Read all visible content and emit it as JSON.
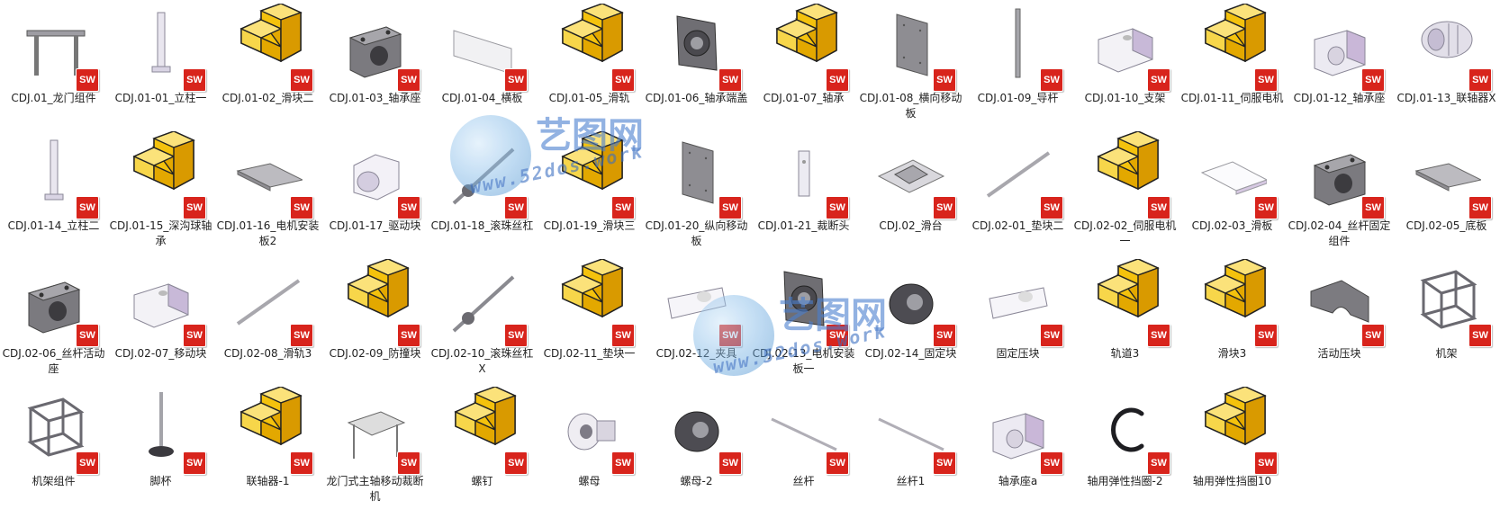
{
  "sw_badge": "SW",
  "files": [
    {
      "name": "CDJ.01_龙门组件",
      "icon": "gantry-assembly"
    },
    {
      "name": "CDJ.01-01_立柱一",
      "icon": "column-part"
    },
    {
      "name": "CDJ.01-02_滑块二",
      "icon": "generic-part"
    },
    {
      "name": "CDJ.01-03_轴承座",
      "icon": "bearing-block"
    },
    {
      "name": "CDJ.01-04_横板",
      "icon": "plate-part"
    },
    {
      "name": "CDJ.01-05_滑轨",
      "icon": "generic-part"
    },
    {
      "name": "CDJ.01-06_轴承端盖",
      "icon": "flange-cap"
    },
    {
      "name": "CDJ.01-07_轴承",
      "icon": "generic-part"
    },
    {
      "name": "CDJ.01-08_横向移动板",
      "icon": "grey-plate"
    },
    {
      "name": "CDJ.01-09_导杆",
      "icon": "rod-vertical"
    },
    {
      "name": "CDJ.01-10_支架",
      "icon": "bracket-part"
    },
    {
      "name": "CDJ.01-11_伺服电机",
      "icon": "generic-part"
    },
    {
      "name": "CDJ.01-12_轴承座",
      "icon": "bearing-block-light"
    },
    {
      "name": "CDJ.01-13_联轴器X",
      "icon": "coupling"
    },
    {
      "name": "CDJ.01-14_立柱二",
      "icon": "column-part"
    },
    {
      "name": "CDJ.01-15_深沟球轴承",
      "icon": "generic-part"
    },
    {
      "name": "CDJ.01-16_电机安装板2",
      "icon": "flat-plate"
    },
    {
      "name": "CDJ.01-17_驱动块",
      "icon": "hex-block"
    },
    {
      "name": "CDJ.01-18_滚珠丝杠",
      "icon": "ball-screw"
    },
    {
      "name": "CDJ.01-19_滑块三",
      "icon": "generic-part"
    },
    {
      "name": "CDJ.01-20_纵向移动板",
      "icon": "grey-plate"
    },
    {
      "name": "CDJ.01-21_裁断头",
      "icon": "column-short"
    },
    {
      "name": "CDJ.02_滑台",
      "icon": "slide-table"
    },
    {
      "name": "CDJ.02-01_垫块二",
      "icon": "long-bar"
    },
    {
      "name": "CDJ.02-02_伺服电机一",
      "icon": "generic-part"
    },
    {
      "name": "CDJ.02-03_滑板",
      "icon": "flat-plate-white"
    },
    {
      "name": "CDJ.02-04_丝杆固定组件",
      "icon": "bearing-block"
    },
    {
      "name": "CDJ.02-05_底板",
      "icon": "flat-plate"
    },
    {
      "name": "CDJ.02-06_丝杆活动座",
      "icon": "bearing-block"
    },
    {
      "name": "CDJ.02-07_移动块",
      "icon": "bracket-part"
    },
    {
      "name": "CDJ.02-08_滑轨3",
      "icon": "long-bar"
    },
    {
      "name": "CDJ.02-09_防撞块",
      "icon": "generic-part"
    },
    {
      "name": "CDJ.02-10_滚珠丝杠X",
      "icon": "ball-screw"
    },
    {
      "name": "CDJ.02-11_垫块一",
      "icon": "generic-part"
    },
    {
      "name": "CDJ.02-12_夹具",
      "icon": "clamp-part"
    },
    {
      "name": "CDJ.02-13_电机安装板一",
      "icon": "flange-cap"
    },
    {
      "name": "CDJ.02-14_固定块",
      "icon": "nut-part"
    },
    {
      "name": "固定压块",
      "icon": "clamp-part"
    },
    {
      "name": "轨道3",
      "icon": "generic-part"
    },
    {
      "name": "滑块3",
      "icon": "generic-part"
    },
    {
      "name": "活动压块",
      "icon": "saddle-block"
    },
    {
      "name": "机架",
      "icon": "frame-part"
    },
    {
      "name": "机架组件",
      "icon": "frame-part"
    },
    {
      "name": "脚杯",
      "icon": "foot-cup"
    },
    {
      "name": "联轴器-1",
      "icon": "generic-part"
    },
    {
      "name": "龙门式主轴移动裁断机",
      "icon": "machine-assembly"
    },
    {
      "name": "螺钉",
      "icon": "generic-part"
    },
    {
      "name": "螺母",
      "icon": "flange-nut"
    },
    {
      "name": "螺母-2",
      "icon": "nut-part"
    },
    {
      "name": "丝杆",
      "icon": "screw-rod"
    },
    {
      "name": "丝杆1",
      "icon": "screw-rod"
    },
    {
      "name": "轴承座a",
      "icon": "bearing-block-light"
    },
    {
      "name": "轴用弹性挡圈-2",
      "icon": "retaining-ring"
    },
    {
      "name": "轴用弹性挡圈10",
      "icon": "generic-part"
    }
  ],
  "watermarks": [
    {
      "title": "艺图网",
      "url": "www.52dos.work"
    },
    {
      "title": "艺图网",
      "url": "www.52dos.work"
    }
  ]
}
